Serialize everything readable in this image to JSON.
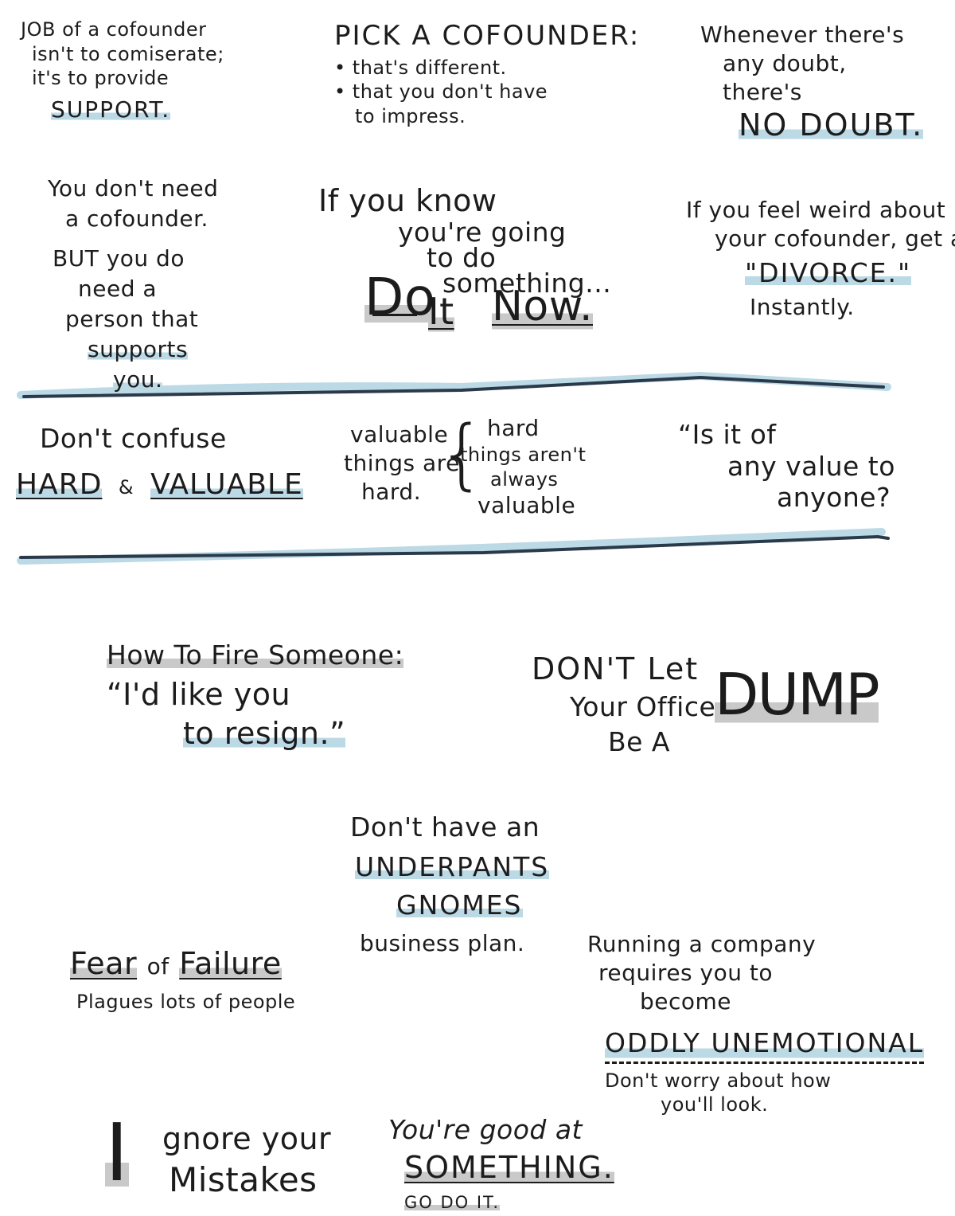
{
  "notes": {
    "cofounder_job": {
      "line1": "JOB of a cofounder",
      "line2": "isn't to comiserate;",
      "line3": "it's to provide",
      "emphasis": "SUPPORT."
    },
    "pick_cofounder": {
      "title": "PICK A COFOUNDER:",
      "bullet1": "that's different.",
      "bullet2_line1": "that you don't have",
      "bullet2_line2": "to impress."
    },
    "no_doubt": {
      "line1": "Whenever there's",
      "line2": "any doubt,",
      "line3": "there's",
      "emphasis": "NO DOUBT."
    },
    "need_cofounder": {
      "line1": "You don't need",
      "line2": "a cofounder.",
      "line3": "BUT you do",
      "line4": "need a",
      "line5": "person that",
      "line6": "supports",
      "line7": "you."
    },
    "do_it_now": {
      "line1": "If you know",
      "line2": "you're going",
      "line3": "to do",
      "line4": "something...",
      "word_do": "Do",
      "word_it": "It",
      "word_now": "Now."
    },
    "divorce": {
      "line1": "If you feel weird about",
      "line2": "your cofounder, get a",
      "emphasis": "\"DIVORCE.\"",
      "line4": "Instantly."
    },
    "hard_valuable": {
      "line1": "Don't confuse",
      "word_hard": "HARD",
      "amp": "&",
      "word_valuable": "VALUABLE"
    },
    "valuable_things": {
      "left1": "valuable",
      "left2": "things are",
      "left3": "hard.",
      "brace": "{",
      "right1": "hard",
      "right2": "things aren't",
      "right3": "always",
      "right4": "valuable"
    },
    "any_value": {
      "line1": "“Is it of",
      "line2": "any value to",
      "line3": "anyone?"
    },
    "fire_someone": {
      "title": "How To Fire Someone:",
      "line1": "“I'd like you",
      "line2": "to resign.”"
    },
    "office_dump": {
      "line1": "DON'T Let",
      "line2": "Your Office",
      "line3": "Be A",
      "emphasis": "DUMP"
    },
    "underpants": {
      "line1": "Don't have an",
      "line2": "UNDERPANTS",
      "line3": "GNOMES",
      "line4": "business plan."
    },
    "fear_failure": {
      "line1_a": "Fear",
      "line1_b": "of",
      "line1_c": "Failure",
      "line2": "Plagues lots of people"
    },
    "unemotional": {
      "line1": "Running a company",
      "line2": "requires you to",
      "line3": "become",
      "emphasis": "ODDLY UNEMOTIONAL",
      "line5": "Don't worry about how",
      "line6": "you'll look."
    },
    "ignore_mistakes": {
      "big_i": "I",
      "line1": "gnore your",
      "line2": "Mistakes"
    },
    "good_at": {
      "line1": "You're good at",
      "emphasis": "SOMETHING.",
      "line3": "GO DO IT."
    }
  },
  "colors": {
    "ink": "#1c1c1c",
    "divider": "#2a3a4a",
    "highlight_blue": "#bcd9e6",
    "highlight_gray": "#c9c9c9"
  }
}
